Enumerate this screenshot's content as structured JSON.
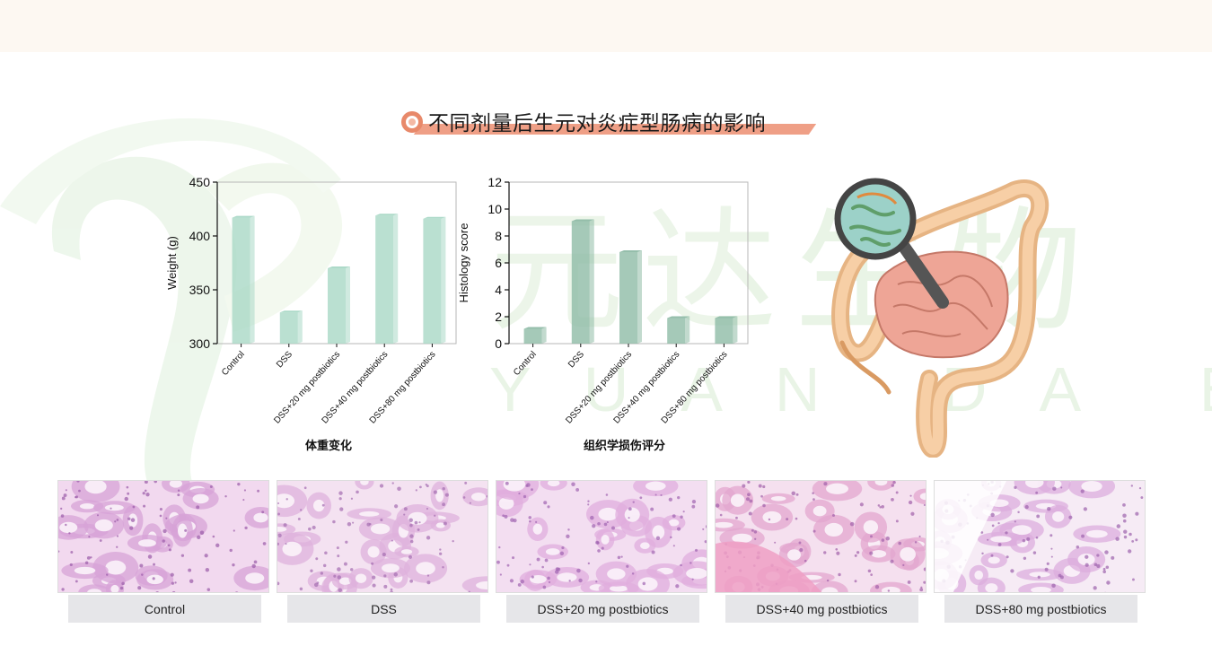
{
  "page": {
    "title": "不同剂量后生元对炎症型肠病的影响",
    "watermark_cn": "元达生物",
    "watermark_en": "YUAN DA BIO"
  },
  "colors": {
    "weight_bar": "#a9d8c6",
    "histology_bar": "#8fbba6",
    "title_accent": "#ef9f86",
    "watermark": "#e8f3e4"
  },
  "panels": [
    {
      "label": "Control"
    },
    {
      "label": "DSS"
    },
    {
      "label": "DSS+20 mg postbiotics"
    },
    {
      "label": "DSS+40 mg postbiotics"
    },
    {
      "label": "DSS+80 mg postbiotics"
    }
  ],
  "chart_data": [
    {
      "type": "bar",
      "caption": "体重变化",
      "ylabel": "Weight (g)",
      "categories": [
        "Control",
        "DSS",
        "DSS+20 mg postbiotics",
        "DSS+40 mg postbiotics",
        "DSS+80 mg postbiotics"
      ],
      "values": [
        417,
        329,
        370,
        419,
        416
      ],
      "ylim": [
        300,
        450
      ],
      "yticks": [
        300,
        350,
        400,
        450
      ],
      "grid": false
    },
    {
      "type": "bar",
      "caption": "组织学损伤评分",
      "ylabel": "Histology score",
      "categories": [
        "Control",
        "DSS",
        "DSS+20 mg postbiotics",
        "DSS+40 mg postbiotics",
        "DSS+80 mg postbiotics"
      ],
      "values": [
        1.1,
        9.1,
        6.8,
        1.9,
        1.9
      ],
      "ylim": [
        0,
        12
      ],
      "yticks": [
        0,
        2,
        4,
        6,
        8,
        10,
        12
      ],
      "grid": false
    }
  ]
}
